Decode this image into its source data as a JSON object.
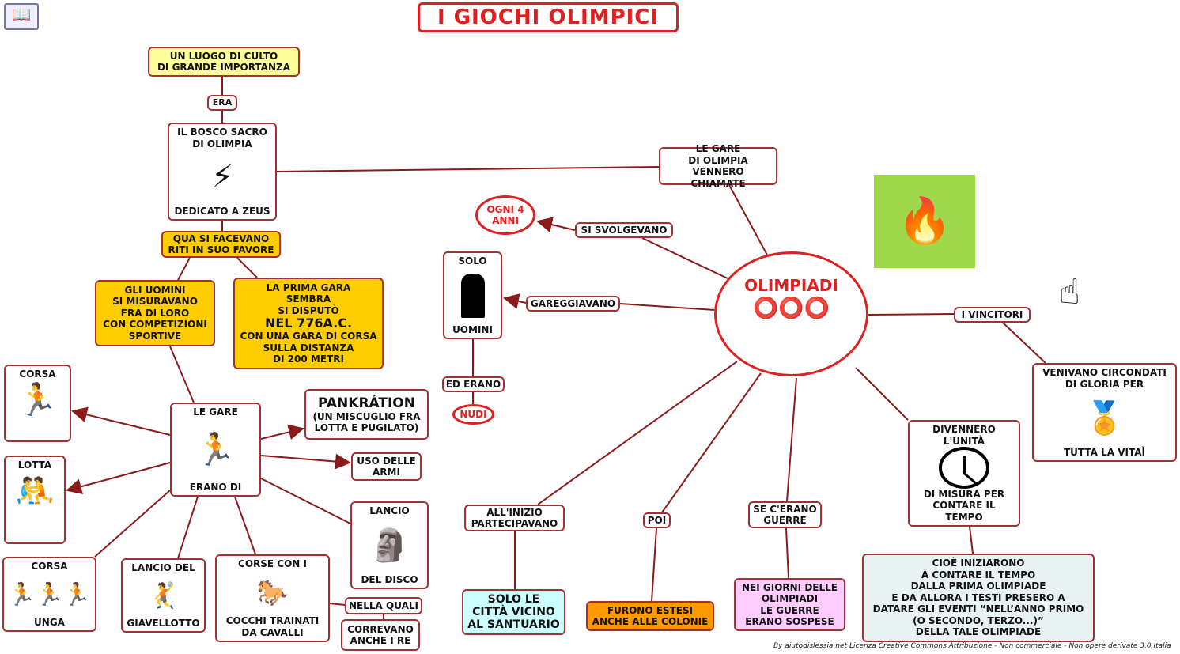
{
  "title": "I GIOCHI OLIMPICI",
  "center": "OLIMPIADI",
  "nodes": {
    "luogo": "UN LUOGO DI CULTO\nDI GRANDE IMPORTANZA",
    "era": "ERA",
    "bosco_top": "IL BOSCO SACRO\nDI OLIMPIA",
    "bosco_bottom": "DEDICATO A ZEUS",
    "qua": "QUA SI FACEVANO\nRITI IN SUO FAVORE",
    "uomini": "GLI UOMINI\nSI MISURAVANO\nFRA DI LORO\nCON COMPETIZIONI\nSPORTIVE",
    "prima_a": "LA PRIMA GARA\nSEMBRA\nSI DISPUTÒ",
    "prima_b": "NEL 776A.C.",
    "prima_c": "CON UNA GARA DI CORSA\nSULLA DISTANZA\nDI 200 METRI",
    "gare_top": "LE GARE",
    "gare_bottom": "ERANO DI",
    "corsa": "CORSA",
    "lotta": "LOTTA",
    "corsa_unga_top": "CORSA",
    "corsa_unga_bottom": "UNGA",
    "giav_top": "LANCIO DEL",
    "giav_bottom": "GIAVELLOTTO",
    "cocchi_top": "CORSE CON I",
    "cocchi_bottom": "COCCHI TRAINATI\nDA CAVALLI",
    "disco_top": "LANCIO",
    "disco_bottom": "DEL DISCO",
    "pank_a": "PANKRÁTION",
    "pank_b": "(UN MISCUGLIO FRA\nLOTTA E PUGILATO)",
    "armi": "USO DELLE\nARMI",
    "nella": "NELLA QUALI",
    "correvano": "CORREVANO\nANCHE I RE",
    "gare_olimpia": "LE GARE\nDI OLIMPIA\nVENNERO CHIAMATE",
    "ogni": "OGNI 4\nANNI",
    "svolgevano": "SI SVOLGEVANO",
    "solo_top": "SOLO",
    "solo_bottom": "UOMINI",
    "gareggiavano": "GAREGGIAVANO",
    "ed_erano": "ED ERANO",
    "nudi": "NUDI",
    "vincitori": "I VINCITORI",
    "venivano_top": "VENIVANO CIRCONDATI\nDI GLORIA PER",
    "venivano_bottom": "TUTTA LA VITAÌ",
    "divennero_top": "DIVENNERO\nL'UNITÀ",
    "divennero_bottom": "DI MISURA PER\nCONTARE IL TEMPO",
    "inizio": "ALL'INIZIO\nPARTECIPAVANO",
    "poi": "POI",
    "guerre": "SE C'ERANO\nGUERRE",
    "citta": "SOLO LE\nCITTÀ VICINO\nAL SANTUARIO",
    "colonie": "FURONO ESTESI\nANCHE ALLE COLONIE",
    "sospese": "NEI GIORNI DELLE\nOLIMPIADI\nLE GUERRE\nERANO SOSPESE",
    "cioe": "CIOÈ INIZIARONO\nA CONTARE IL TEMPO\nDALLA PRIMA OLIMPIADE\nE DA ALLORA I TESTI PRESERO A\nDATARE GLI EVENTI “NELL’ANNO PRIMO\n(O SECONDO, TERZO...)”\nDELLA TALE OLIMPIADE"
  },
  "footer": "By aiutodislessia.net Licenza Creative Commons Attribuzione - Non commerciale - Non opere derivate 3.0 Italia"
}
